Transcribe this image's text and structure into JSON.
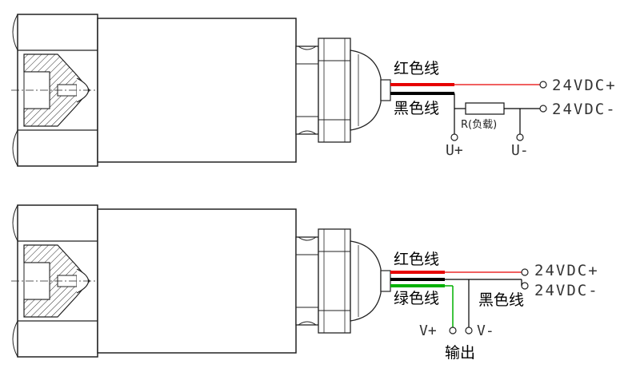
{
  "colors": {
    "red_wire": "#e60000",
    "black_wire": "#000000",
    "green_wire": "#00b000",
    "outline": "#222222"
  },
  "diagram1": {
    "wire_red": "红色线",
    "wire_black": "黑色线",
    "terminal_pos": "24VDC+",
    "terminal_neg": "24VDC-",
    "resistor": "R(负载)",
    "measure_pos": "U+",
    "measure_neg": "U-"
  },
  "diagram2": {
    "wire_red": "红色线",
    "wire_green": "绿色线",
    "wire_black": "黑色线",
    "terminal_pos": "24VDC+",
    "terminal_neg": "24VDC-",
    "output_pos": "V+",
    "output_neg": "V-",
    "output_label": "输出"
  }
}
